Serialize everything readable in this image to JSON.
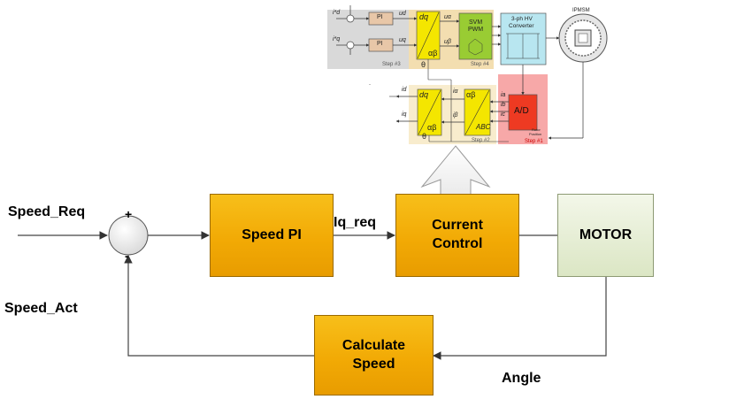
{
  "main_diagram": {
    "speed_req": "Speed_Req",
    "speed_act": "Speed_Act",
    "iq_req": "Iq_req",
    "angle": "Angle",
    "speed_pi": "Speed PI",
    "current_control_line1": "Current",
    "current_control_line2": "Control",
    "motor": "MOTOR",
    "calc_speed_line1": "Calculate",
    "calc_speed_line2": "Speed",
    "sum_plus": "+",
    "sum_minus": "-"
  },
  "detail": {
    "pi_1": "PI",
    "pi_2": "PI",
    "step3": "Step #3",
    "step4": "Step #4",
    "step2": "Step #2",
    "step1": "Step #1",
    "dq": "dq",
    "alpha_beta": "αβ",
    "svm_line1": "SVM",
    "svm_line2": "PWM",
    "converter_line1": "3-ph HV",
    "converter_line2": "Converter",
    "ipmsm": "IPMSM",
    "theta": "θ",
    "abc": "ABC",
    "ad": "A/D",
    "rotor_line1": "Rotor",
    "rotor_line2": "Position",
    "id_ref": "i*d",
    "iq_ref": "i*q",
    "id": "id",
    "iq": "iq",
    "ud": "ud",
    "uq": "uq",
    "ua": "uα",
    "ub": "uβ",
    "ia": "iα",
    "ib": "iβ",
    "ia_phase": "ia",
    "ib_phase": "ib",
    "ic_phase": "ic"
  },
  "colors": {
    "block_orange": "#f2aa05",
    "motor_green": "#dbe6c4",
    "step_gray": "#d9d9d9",
    "step_tan": "#f6e5bd",
    "step_red": "#f7a8a8",
    "transform_yellow": "#f4e600",
    "svm_green": "#99cc33",
    "converter_cyan": "#b8e6f0",
    "ad_red": "#ee3a22"
  }
}
